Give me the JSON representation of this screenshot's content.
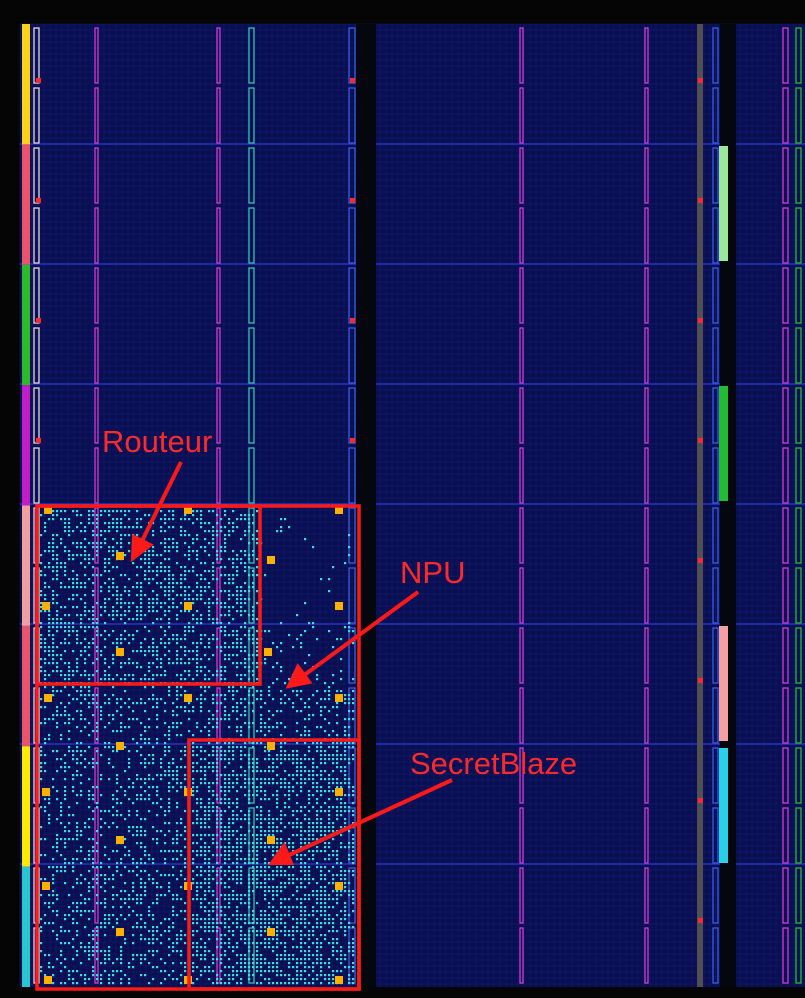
{
  "colors": {
    "frame": "#050505",
    "fabric": "#0a0f52",
    "grid_fine": "#1a2a8a",
    "grid_major": "#2733c8",
    "dsp_column": "#d23bd2",
    "bram_column": "#2fc7b5",
    "highlight": "#ff1a1a",
    "routing_dots": "#36e0e0",
    "io_pads": "#ffb000",
    "clock_tiles": "#e8d6d6"
  },
  "labels": {
    "router": "Routeur",
    "npu": "NPU",
    "processor": "SecretBlaze"
  },
  "regions": [
    {
      "name": "routeur-region",
      "label_key": "router"
    },
    {
      "name": "npu-region",
      "label_key": "npu"
    },
    {
      "name": "secretblaze-region",
      "label_key": "processor"
    }
  ],
  "left_clock_bar_colors": [
    "#ffd21a",
    "#e8546a",
    "#2bbb2b",
    "#c01fc8",
    "#f0a0a0",
    "#e8546a",
    "#ffea00",
    "#29c6d2"
  ],
  "right_tile_colors": [
    "#9be89b",
    "#22bb33",
    "#f4a0a0",
    "#2ad0e8"
  ]
}
